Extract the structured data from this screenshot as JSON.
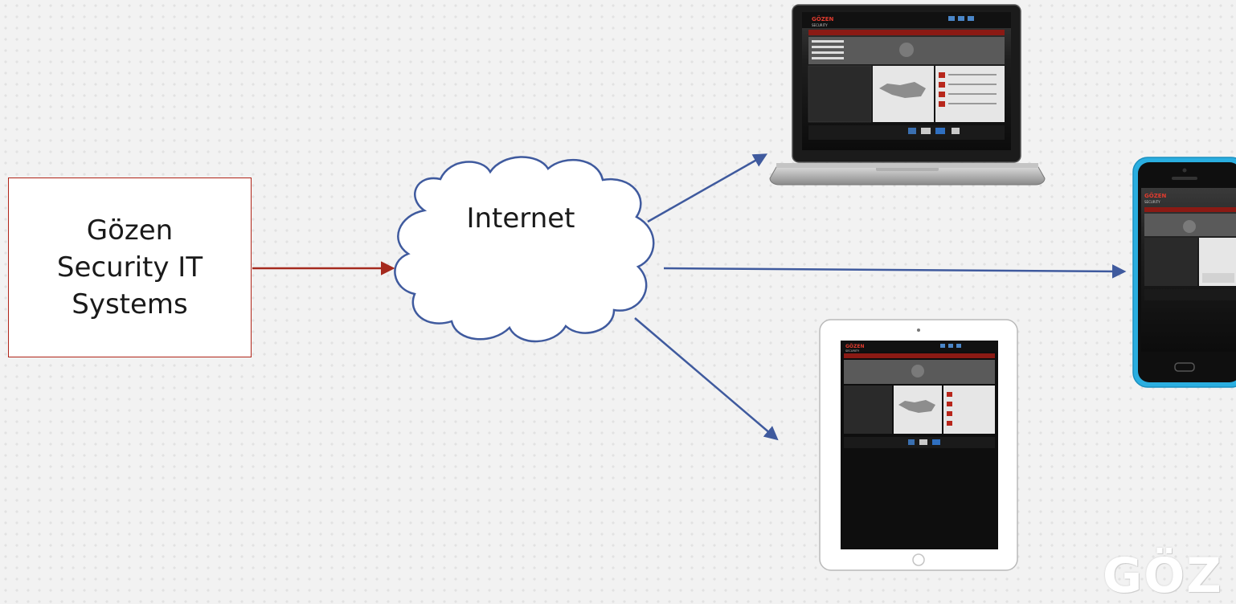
{
  "source_node": {
    "label": "Gözen\nSecurity IT\nSystems"
  },
  "hub_node": {
    "label": "Internet"
  },
  "devices": [
    {
      "name": "laptop",
      "site_brand": "GÖZEN",
      "site_sub": "SECURITY"
    },
    {
      "name": "phone",
      "site_brand": "GÖZEN",
      "site_sub": "SECURITY"
    },
    {
      "name": "tablet",
      "site_brand": "GÖZEN",
      "site_sub": "SECURITY"
    }
  ],
  "watermark": {
    "text": "GÖZ"
  },
  "colors": {
    "source_border": "#b02418",
    "source_arrow": "#a52a1e",
    "device_arrows": "#3f5a9e",
    "cloud_stroke": "#3f5a9e"
  }
}
